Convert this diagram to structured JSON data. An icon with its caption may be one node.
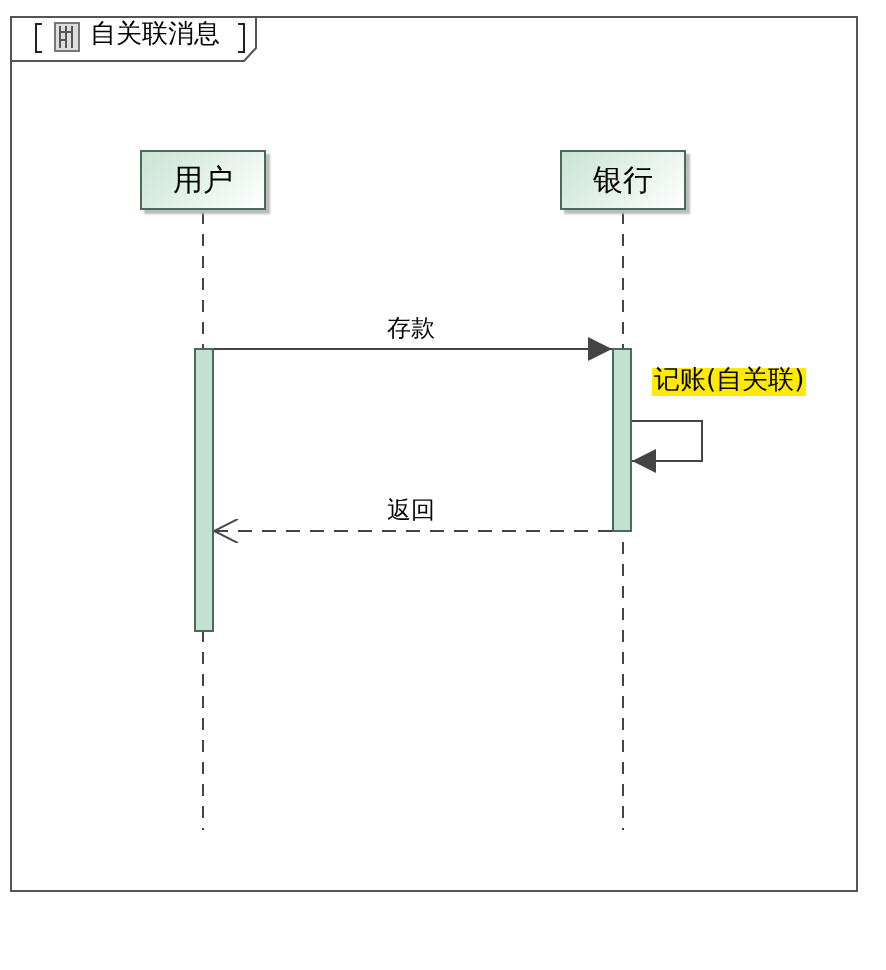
{
  "diagram": {
    "title": "自关联消息",
    "nodes": [
      {
        "text": [
          "用户"
        ]
      },
      {
        "text": [
          "银行"
        ]
      },
      {
        "text": [],
        "shape": "bar"
      },
      {
        "text": [],
        "shape": "bar"
      }
    ],
    "edges": [
      {
        "from": 2,
        "to": 3,
        "arrow": "to",
        "label": "存款"
      },
      {
        "from": 3,
        "to": 3,
        "arrow": "to",
        "label": "记账(自关联)"
      },
      {
        "from": 3,
        "to": 2,
        "arrow": "to",
        "label": "返回",
        "style": "dashed"
      }
    ]
  }
}
